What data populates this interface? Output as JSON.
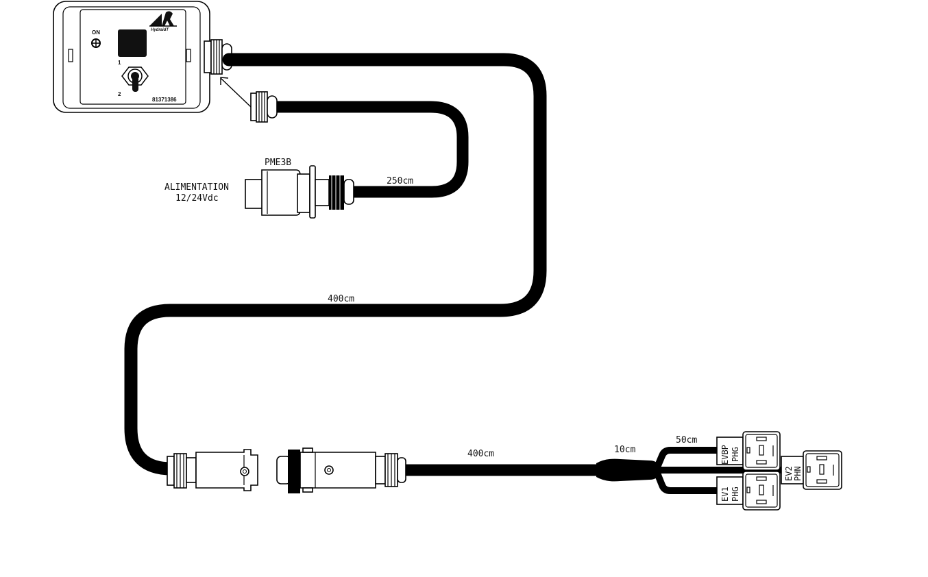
{
  "control_box": {
    "on_label": "ON",
    "pos1_label": "1",
    "pos2_label": "2",
    "part_number": "81371386",
    "brand_logo_text": "HydraidT"
  },
  "power_supply": {
    "connector_label": "PME3B",
    "alimentation_line1": "ALIMENTATION",
    "alimentation_line2": "12/24Vdc"
  },
  "cable_lengths": {
    "power_cable": "250cm",
    "main_cable": "400cm",
    "extension_cable": "400cm",
    "split_section": "10cm",
    "branch_cable": "50cm"
  },
  "valve_connectors": {
    "evbp_line1": "EVBP",
    "evbp_line2": "PHG",
    "ev1_line1": "EV1",
    "ev1_line2": "PHG",
    "ev2_line1": "EV2",
    "ev2_line2": "PHN"
  }
}
